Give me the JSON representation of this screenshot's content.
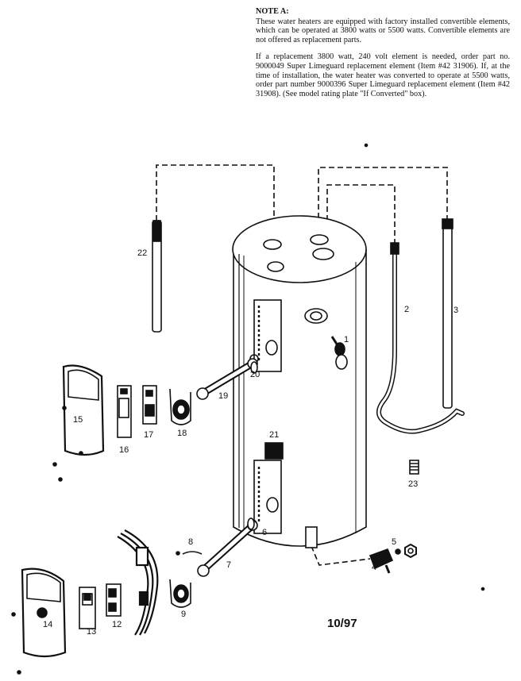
{
  "note": {
    "heading": "NOTE A:",
    "paragraph1": "These water heaters are equipped with factory installed convertible elements, which can be operated at 3800 watts or 5500 watts. Convertible elements are not offered as replacement parts.",
    "paragraph2": "If a replacement 3800 watt, 240 volt element is needed, order part no. 9000049 Super Limeguard replacement element (Item #42 31906). If, at the time of installation, the water heater was converted to operate at 5500 watts, order part number 9000396 Super Limeguard replacement element (Item #42 31908). (See model rating plate \"If Converted\" box)."
  },
  "part_labels": {
    "p1": "1",
    "p2": "2",
    "p3": "3",
    "p4": "4",
    "p5": "5",
    "p6": "6",
    "p7": "7",
    "p8": "8",
    "p9": "9",
    "p12": "12",
    "p13": "13",
    "p14": "14",
    "p15": "15",
    "p16": "16",
    "p17": "17",
    "p18": "18",
    "p19": "19",
    "p20": "20",
    "p21": "21",
    "p22": "22",
    "p23": "23"
  },
  "date_code": "10/97"
}
